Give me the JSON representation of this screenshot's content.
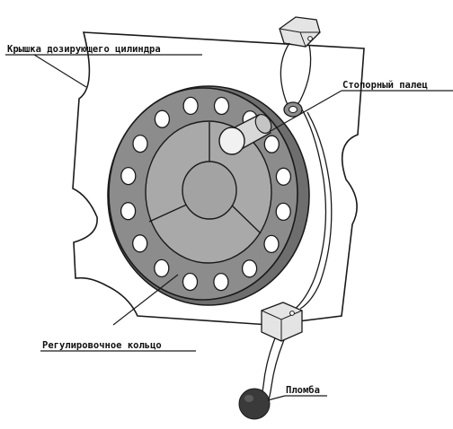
{
  "labels": {
    "cover": "Крышка дозирующего цилиндра",
    "stop_pin": "Стопорный палец",
    "adjust_ring": "Регулировочное кольцо",
    "seal": "Пломба"
  },
  "colors": {
    "line": "#1a1a1a",
    "ring": "#8c8c8c",
    "ring_side": "#6e6e6e",
    "sector": "#a9a9a9",
    "hub": "#a3a3a3",
    "hole": "#ffffff",
    "seal": "#3a3a3a",
    "seal_box": "#e4e4e4"
  }
}
